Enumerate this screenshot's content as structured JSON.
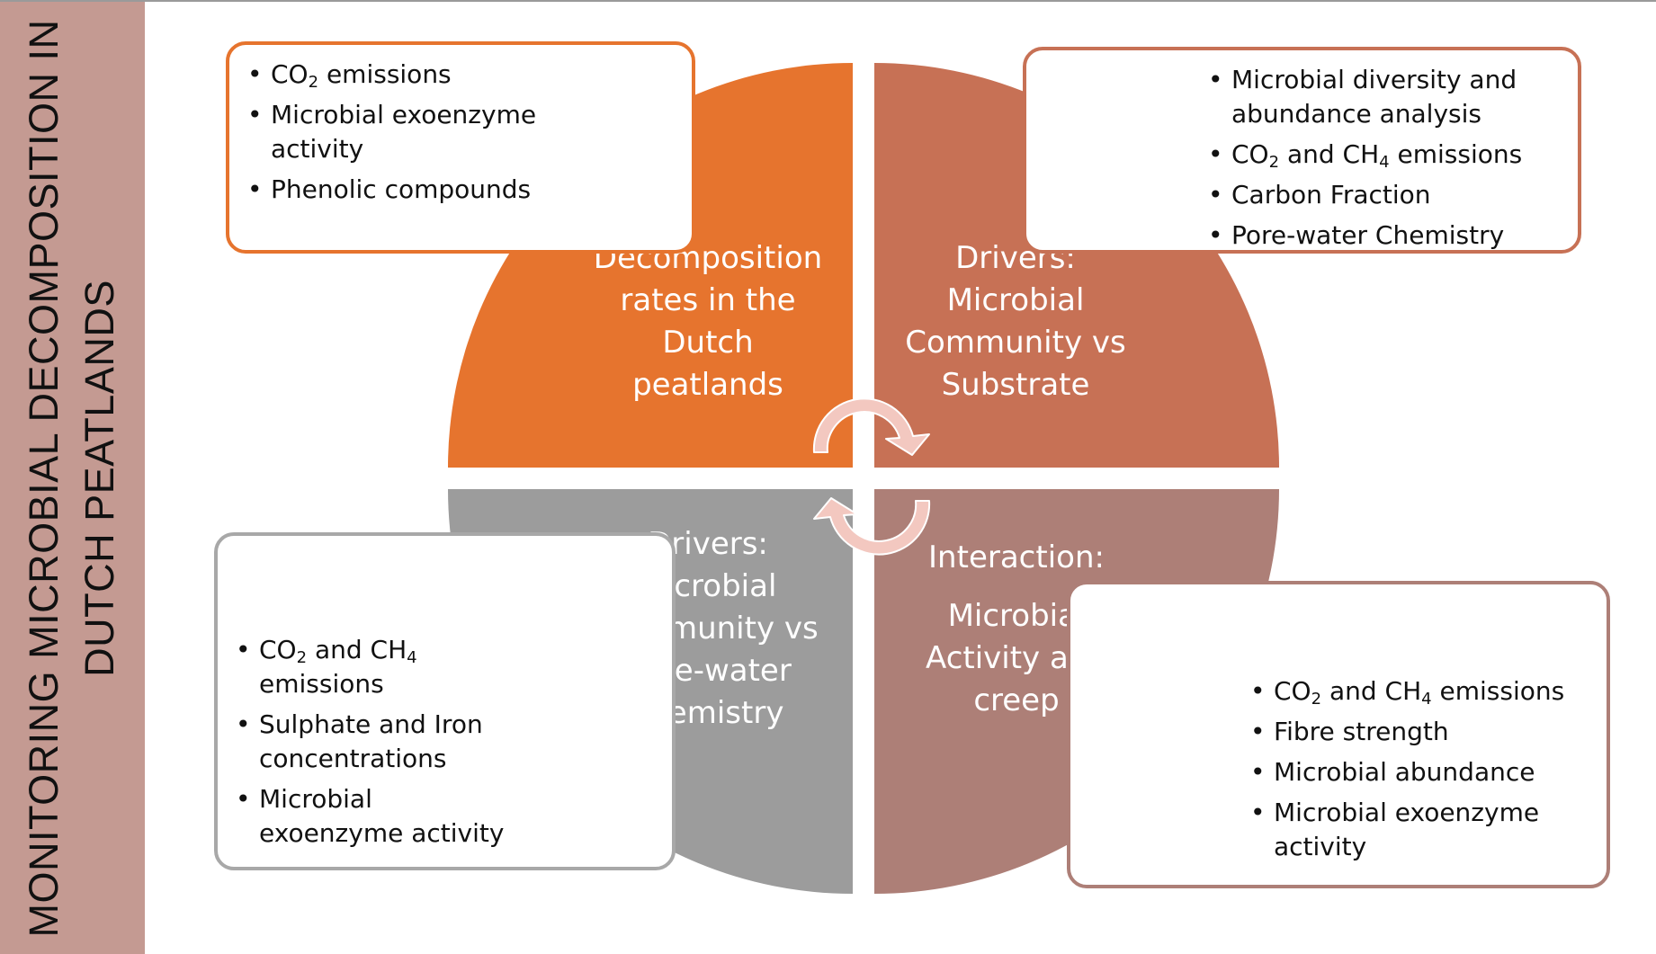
{
  "title": {
    "line1": "MONITORING MICROBIAL DECOMPOSITION IN",
    "line2": "DUTCH PEATLANDS"
  },
  "colors": {
    "sidebar": "#c49a92",
    "quadrant_top_left": "#e6742e",
    "quadrant_top_right": "#c77155",
    "quadrant_bottom_left": "#9c9c9c",
    "quadrant_bottom_right": "#ad7f77",
    "cycle_arrows": "#f3c8c0"
  },
  "quadrants": {
    "top_left": {
      "lines": [
        "Decomposition",
        "rates in the",
        "Dutch",
        "peatlands"
      ]
    },
    "top_right": {
      "lines": [
        "Drivers:",
        "Microbial",
        "Community vs",
        "Substrate"
      ]
    },
    "bottom_left": {
      "lines": [
        "Drivers:",
        "Microbial",
        "Community vs",
        "pore-water",
        "chemistry"
      ]
    },
    "bottom_right": {
      "heading": "Interaction:",
      "lines": [
        "Microbial",
        "Activity and",
        "creep"
      ]
    }
  },
  "boxes": {
    "top_left": {
      "border_color": "#e6742e",
      "item1": {
        "pre": "CO",
        "sub1": "2",
        "post": " emissions"
      },
      "item2": {
        "line1": "Microbial exoenzyme",
        "line2": "activity"
      },
      "item3": "Phenolic compounds"
    },
    "top_right": {
      "border_color": "#c77155",
      "item1": {
        "line1": "Microbial diversity and",
        "line2": "abundance analysis"
      },
      "item2": {
        "pre": "CO",
        "sub1": "2",
        "mid": " and CH",
        "sub2": "4",
        "post": " emissions"
      },
      "item3": "Carbon Fraction",
      "item4": "Pore-water Chemistry"
    },
    "bottom_left": {
      "border_color": "#a8a8a8",
      "item1": {
        "pre": "CO",
        "sub1": "2",
        "mid": " and CH",
        "sub2": "4",
        "line2": "emissions"
      },
      "item2": {
        "line1": "Sulphate and Iron",
        "line2": "concentrations"
      },
      "item3": {
        "line1": "Microbial",
        "line2": "exoenzyme activity"
      }
    },
    "bottom_right": {
      "border_color": "#ad7f77",
      "item1": {
        "pre": "CO",
        "sub1": "2",
        "mid": " and CH",
        "sub2": "4",
        "post": " emissions"
      },
      "item2": "Fibre strength",
      "item3": "Microbial abundance",
      "item4": {
        "line1": "Microbial exoenzyme",
        "line2": "activity"
      }
    }
  }
}
